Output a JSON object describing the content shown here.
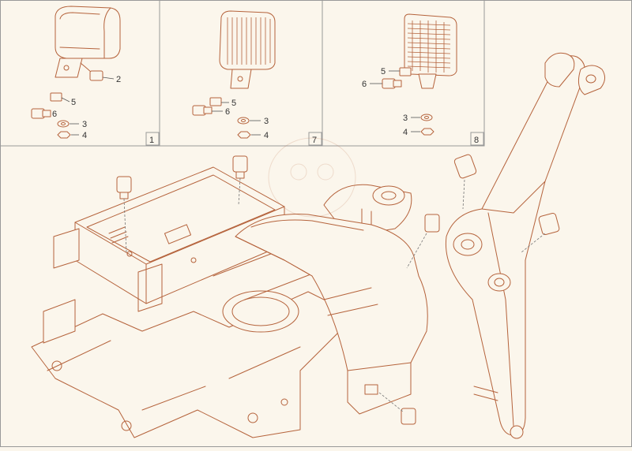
{
  "colors": {
    "line": "#b5633c",
    "background": "#fbf6ec",
    "text": "#333333",
    "frame": "#999999"
  },
  "panels": [
    {
      "number": "1",
      "labels": [
        "2",
        "5",
        "6",
        "3",
        "4"
      ]
    },
    {
      "number": "7",
      "labels": [
        "5",
        "6",
        "3",
        "4"
      ]
    },
    {
      "number": "8",
      "labels": [
        "5",
        "6",
        "3",
        "4"
      ]
    }
  ]
}
